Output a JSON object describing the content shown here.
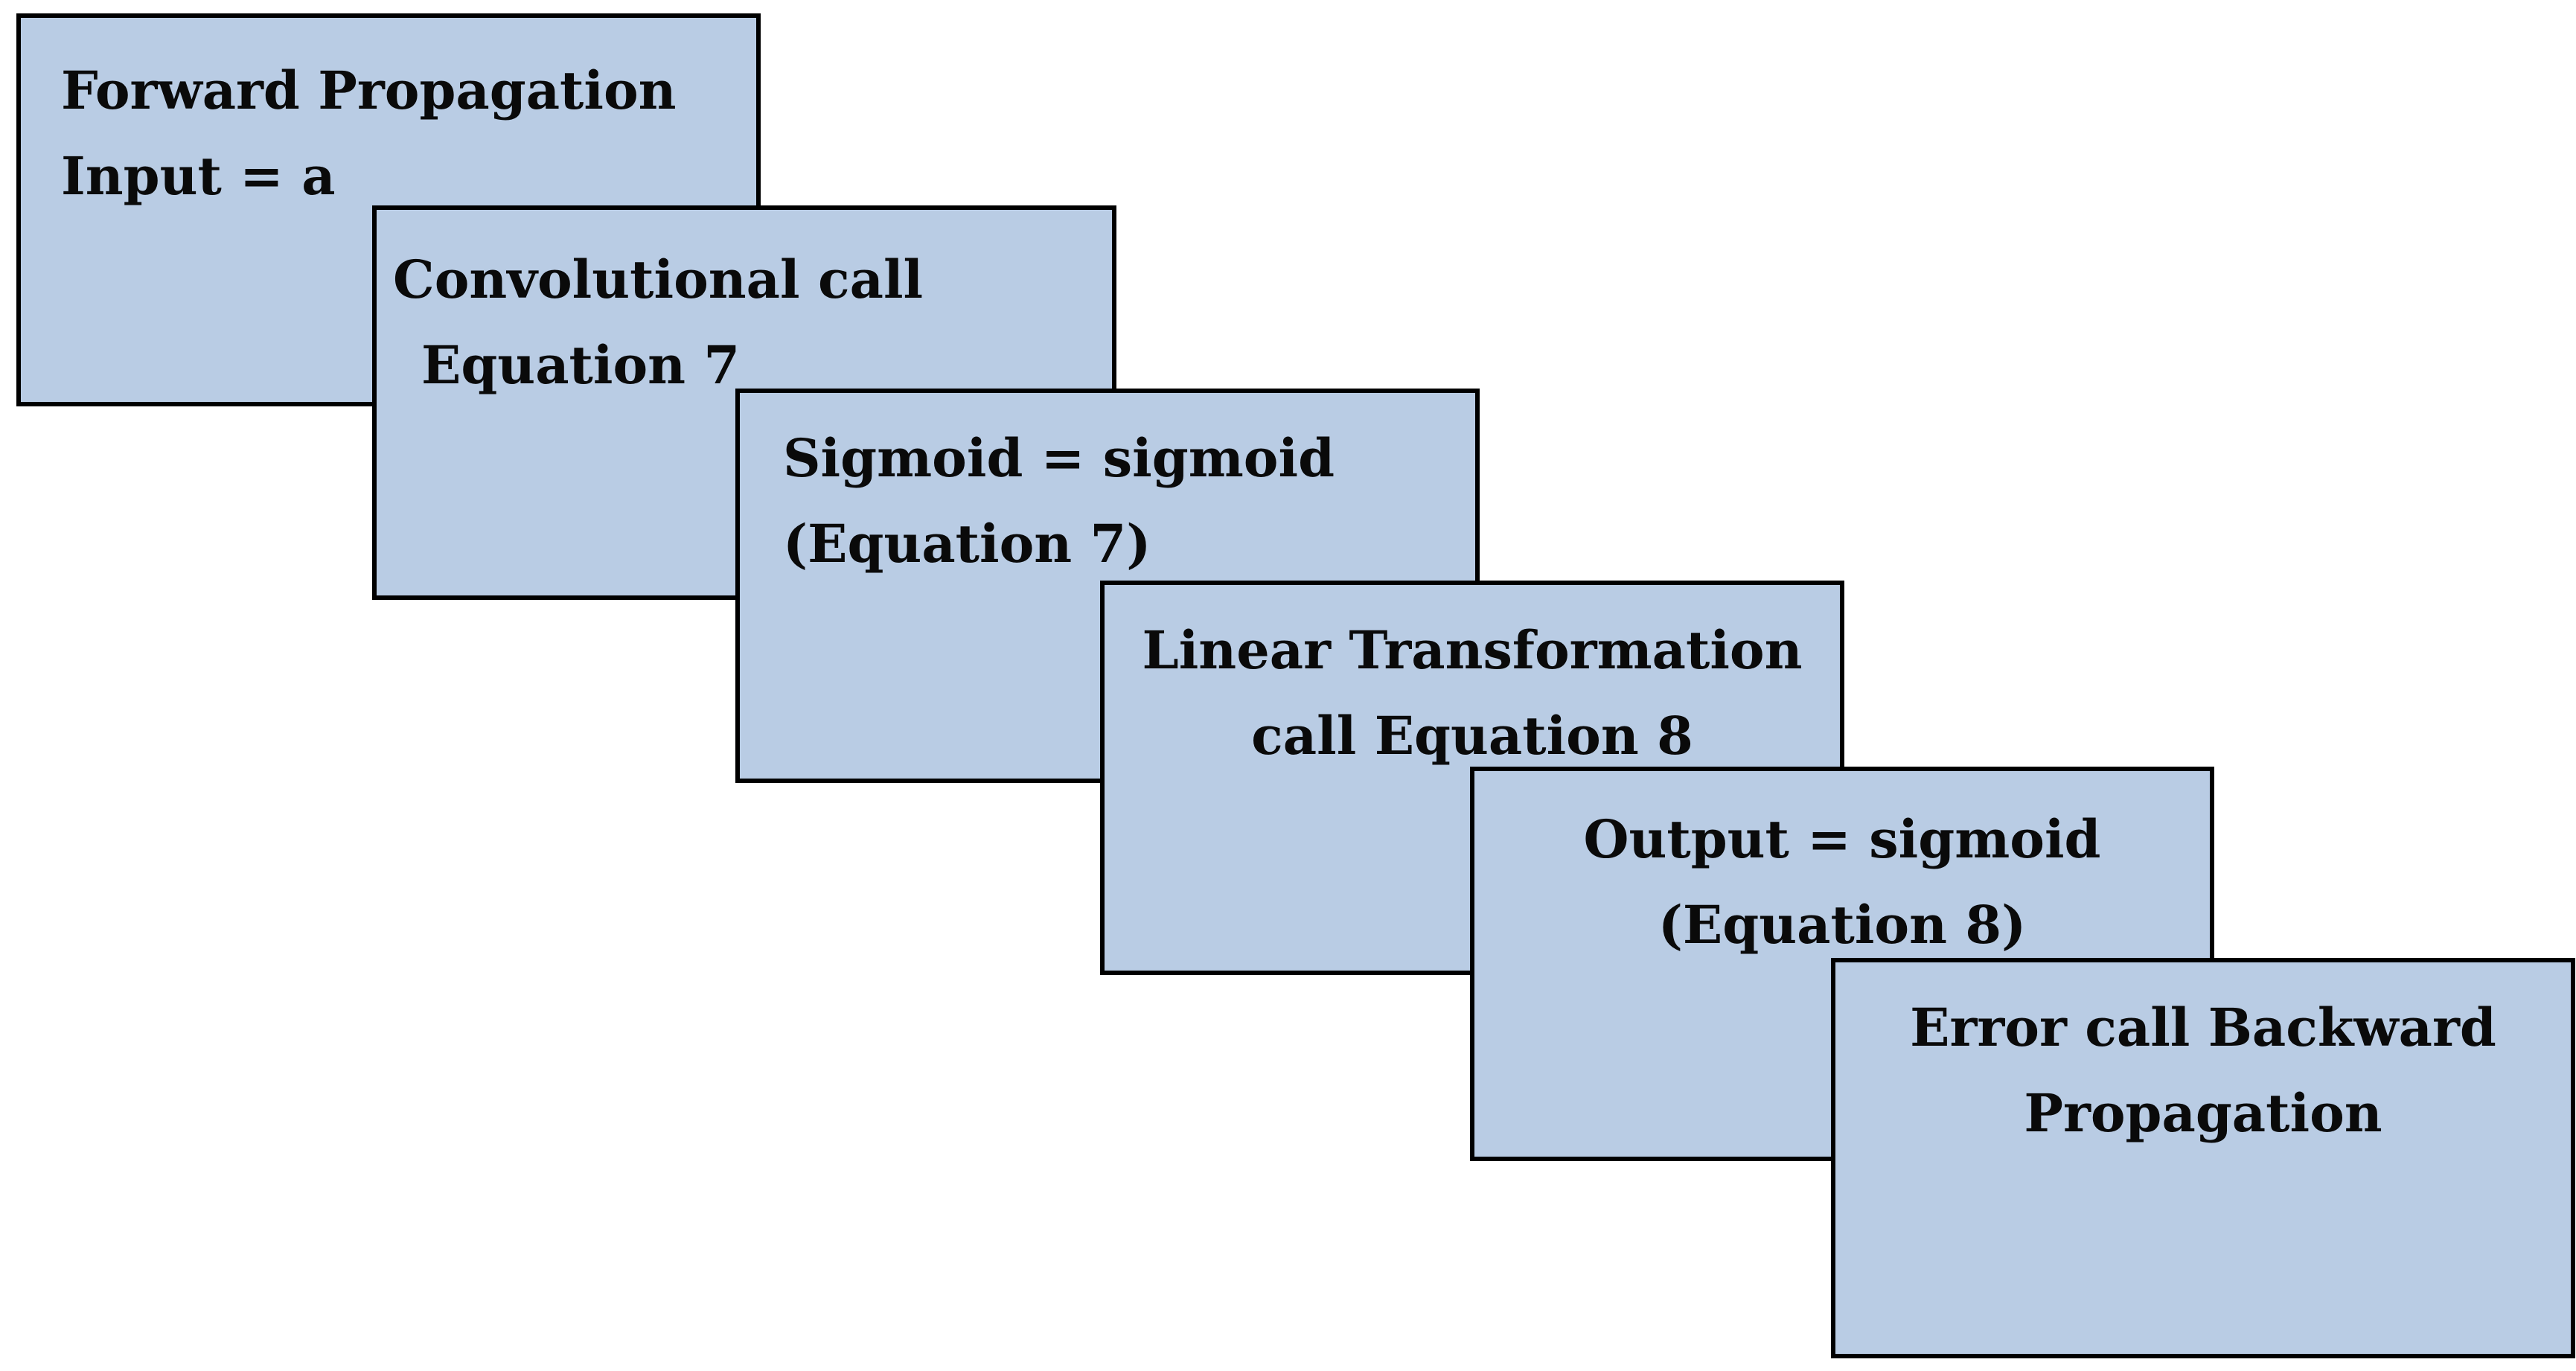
{
  "diagram": {
    "fill_color": "#b9cce4",
    "border_color": "#000000",
    "steps": [
      {
        "line1": "Forward Propagation",
        "line2": "Input = a"
      },
      {
        "line1": "Convolutional call",
        "line2": "Equation 7"
      },
      {
        "line1": "Sigmoid = sigmoid",
        "line2": "(Equation 7)"
      },
      {
        "line1": "Linear Transformation",
        "line2": "call Equation 8"
      },
      {
        "line1": "Output = sigmoid",
        "line2": "(Equation 8)"
      },
      {
        "line1": "Error call Backward",
        "line2": "Propagation"
      }
    ]
  }
}
